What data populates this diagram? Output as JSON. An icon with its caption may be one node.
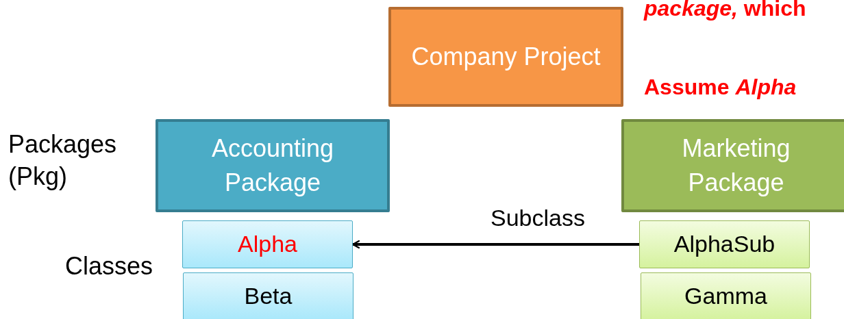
{
  "diagram": {
    "nodes": [
      {
        "text": [
          "Company Project"
        ]
      },
      {
        "text": [
          "Accounting Package"
        ]
      },
      {
        "text": [
          "Marketing Package"
        ]
      },
      {
        "text": [
          "Alpha"
        ]
      },
      {
        "text": [
          "Beta"
        ]
      },
      {
        "text": [
          "AlphaSub"
        ]
      },
      {
        "text": [
          "Gamma"
        ]
      }
    ],
    "edges": [
      {
        "from": 5,
        "to": 3,
        "arrow": "to",
        "label": "Subclass"
      }
    ],
    "labels": [
      "*package,* which",
      "Assume *Alpha*",
      "Packages (Pkg)",
      "Classes"
    ]
  }
}
